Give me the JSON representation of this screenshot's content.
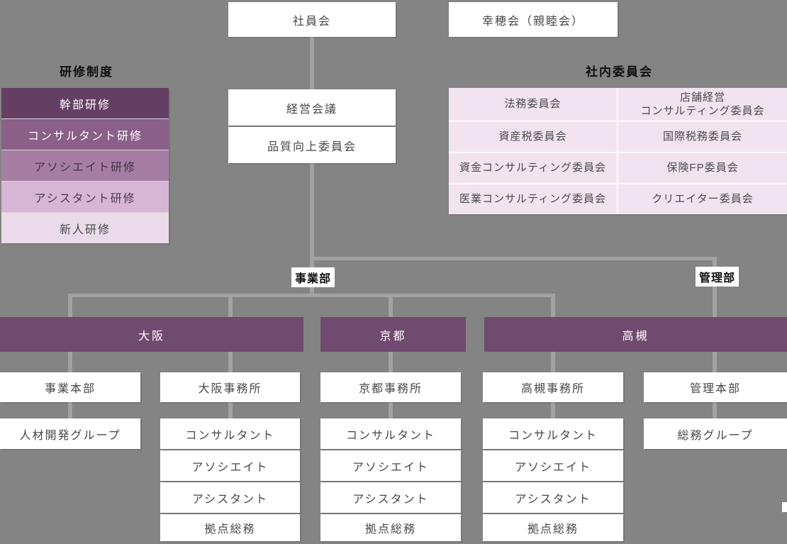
{
  "colors": {
    "background": "#848484",
    "connector": "#a2a2a2",
    "region_bar": "#714a70",
    "committee_cell": "#f2e3f1",
    "box_text": "#474747"
  },
  "top_boxes": {
    "employee_assembly": {
      "label": "社員会"
    },
    "friendship_assoc": {
      "label": "幸穂会（親睦会）"
    }
  },
  "training": {
    "header": "研修制度",
    "items": [
      {
        "label": "幹部研修",
        "bg": "#643f63",
        "fg": "#ffffff"
      },
      {
        "label": "コンサルタント研修",
        "bg": "#8a5f88",
        "fg": "#ffffff"
      },
      {
        "label": "アソシエイト研修",
        "bg": "#a67ea4",
        "fg": "#443144"
      },
      {
        "label": "アシスタント研修",
        "bg": "#d6b5d5",
        "fg": "#4a3c4a"
      },
      {
        "label": "新人研修",
        "bg": "#ebdbea",
        "fg": "#4a4a4a"
      }
    ]
  },
  "management_meetings": {
    "items": [
      {
        "label": "経営会議"
      },
      {
        "label": "品質向上委員会"
      }
    ]
  },
  "committees": {
    "header": "社内委員会",
    "cells": [
      {
        "label": "法務委員会"
      },
      {
        "label": "店舗経営\nコンサルティング委員会"
      },
      {
        "label": "資産税委員会"
      },
      {
        "label": "国際税務委員会"
      },
      {
        "label": "資金コンサルティング委員会"
      },
      {
        "label": "保険FP委員会"
      },
      {
        "label": "医業コンサルティング委員会"
      },
      {
        "label": "クリエイター委員会"
      }
    ]
  },
  "divisions": {
    "business": {
      "label": "事業部"
    },
    "admin": {
      "label": "管理部"
    }
  },
  "regions": [
    {
      "label": "大阪"
    },
    {
      "label": "京都"
    },
    {
      "label": "高槻"
    }
  ],
  "offices": [
    {
      "label": "事業本部"
    },
    {
      "label": "大阪事務所"
    },
    {
      "label": "京都事務所"
    },
    {
      "label": "高槻事務所"
    },
    {
      "label": "管理本部"
    }
  ],
  "groups": {
    "hr_development": {
      "label": "人材開発グループ"
    },
    "general_affairs": {
      "label": "総務グループ"
    }
  },
  "roles": [
    {
      "label": "コンサルタント"
    },
    {
      "label": "アソシエイト"
    },
    {
      "label": "アシスタント"
    },
    {
      "label": "拠点総務"
    }
  ]
}
